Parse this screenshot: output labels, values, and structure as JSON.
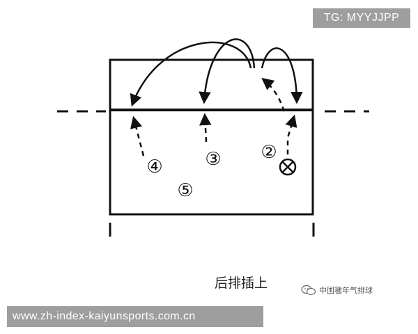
{
  "tag": {
    "label": "TG: MYYJJPP"
  },
  "players": {
    "p4": "④",
    "p3": "③",
    "p2": "②",
    "p5": "⑤"
  },
  "caption": "后排插上",
  "watermark": {
    "label": "中国毽年气排球",
    "icon": "wechat-icon"
  },
  "url_bar": {
    "label": "www.zh-index-kaiyunsports.com.cn"
  },
  "colors": {
    "ink": "#111111",
    "banner": "#9e9e9e",
    "banner_text": "#ffffff"
  }
}
